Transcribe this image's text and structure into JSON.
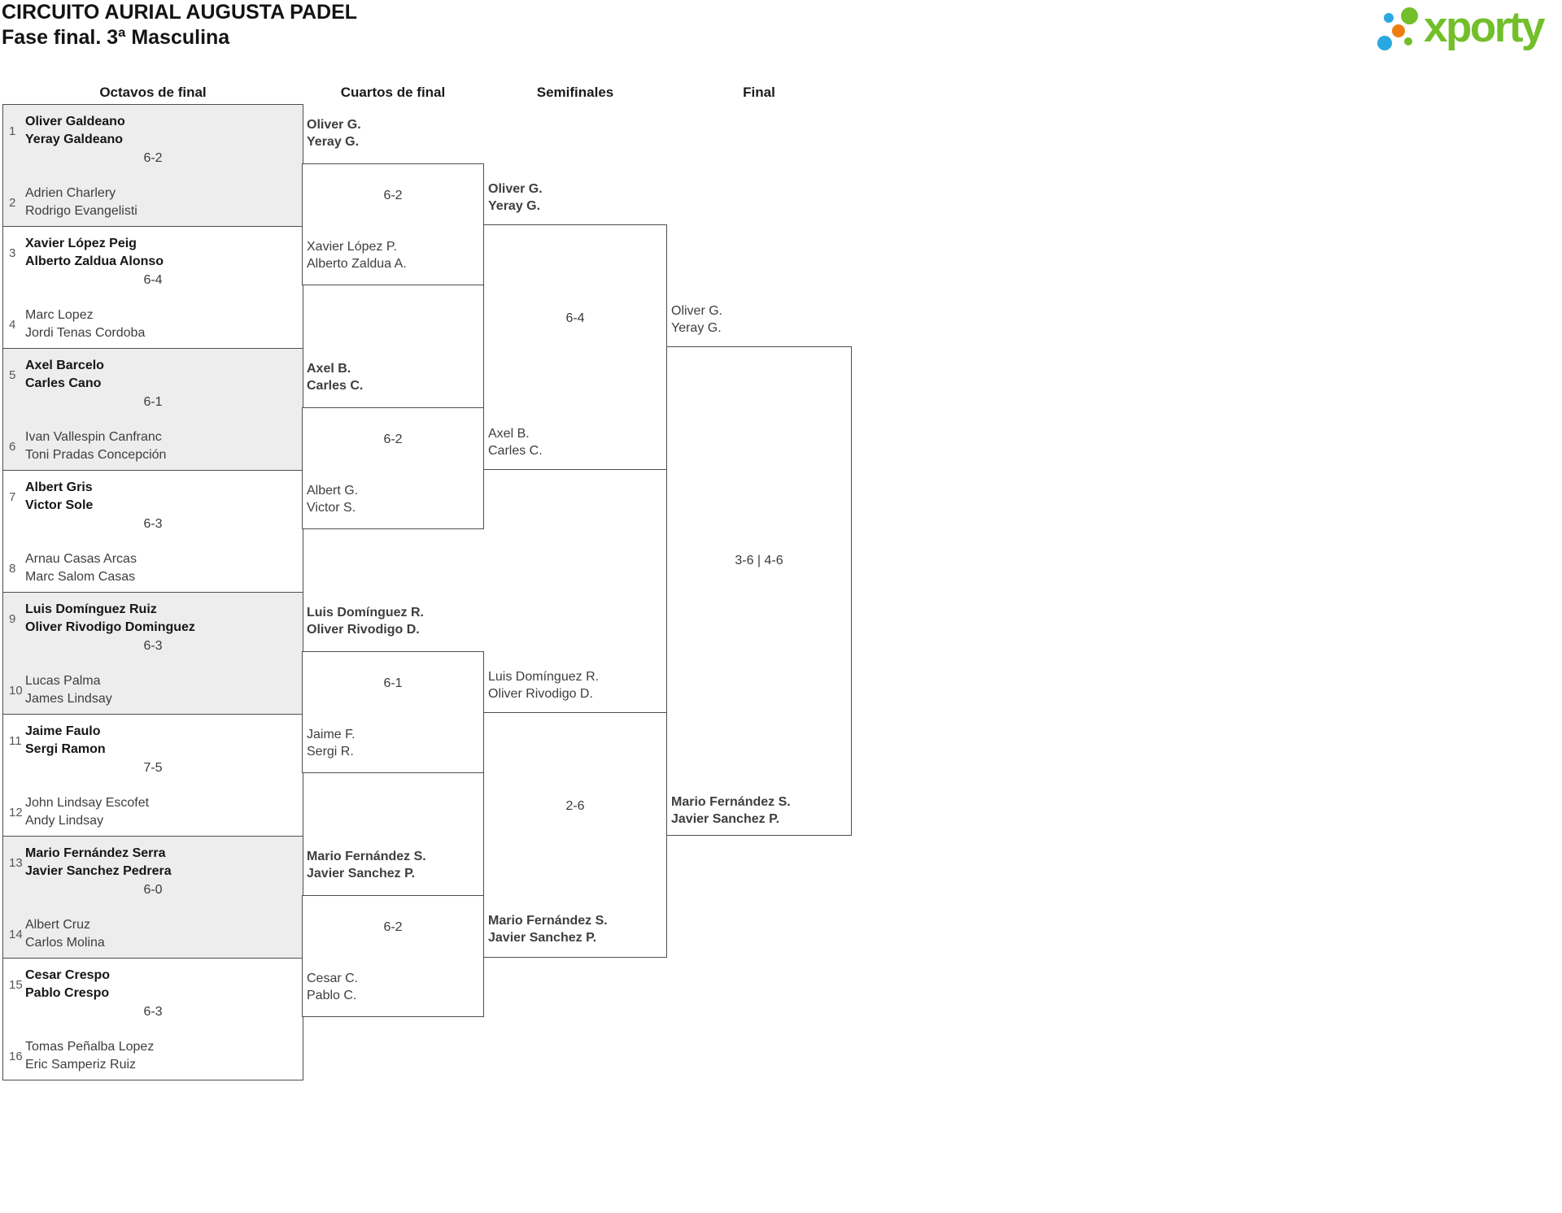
{
  "header": {
    "title": "CIRCUITO AURIAL AUGUSTA PADEL",
    "subtitle": "Fase final. 3ª Masculina"
  },
  "logo": {
    "text": "xporty",
    "green": "#72bf2a",
    "blue": "#29a8e0",
    "orange": "#ee7d11"
  },
  "rounds": [
    {
      "label": "Octavos de final"
    },
    {
      "label": "Cuartos de final"
    },
    {
      "label": "Semifinales"
    },
    {
      "label": "Final"
    }
  ],
  "r16": [
    {
      "seed1": "1",
      "t1a": "Oliver Galdeano",
      "t1b": "Yeray Galdeano",
      "w1": true,
      "score": "6-2",
      "seed2": "2",
      "t2a": "Adrien Charlery",
      "t2b": "Rodrigo Evangelisti",
      "w2": false
    },
    {
      "seed1": "3",
      "t1a": "Xavier López Peig",
      "t1b": "Alberto Zaldua Alonso",
      "w1": true,
      "score": "6-4",
      "seed2": "4",
      "t2a": "Marc Lopez",
      "t2b": "Jordi Tenas Cordoba",
      "w2": false
    },
    {
      "seed1": "5",
      "t1a": "Axel Barcelo",
      "t1b": "Carles Cano",
      "w1": true,
      "score": "6-1",
      "seed2": "6",
      "t2a": "Ivan Vallespin Canfranc",
      "t2b": "Toni Pradas Concepción",
      "w2": false
    },
    {
      "seed1": "7",
      "t1a": "Albert Gris",
      "t1b": "Victor Sole",
      "w1": true,
      "score": "6-3",
      "seed2": "8",
      "t2a": "Arnau Casas Arcas",
      "t2b": "Marc Salom Casas",
      "w2": false
    },
    {
      "seed1": "9",
      "t1a": "Luis Domínguez Ruiz",
      "t1b": "Oliver Rivodigo Dominguez",
      "w1": true,
      "score": "6-3",
      "seed2": "10",
      "t2a": "Lucas Palma",
      "t2b": "James Lindsay",
      "w2": false
    },
    {
      "seed1": "11",
      "t1a": "Jaime Faulo",
      "t1b": "Sergi Ramon",
      "w1": true,
      "score": "7-5",
      "seed2": "12",
      "t2a": "John Lindsay Escofet",
      "t2b": "Andy Lindsay",
      "w2": false
    },
    {
      "seed1": "13",
      "t1a": "Mario Fernández Serra",
      "t1b": "Javier Sanchez Pedrera",
      "w1": true,
      "score": "6-0",
      "seed2": "14",
      "t2a": "Albert Cruz",
      "t2b": "Carlos Molina",
      "w2": false
    },
    {
      "seed1": "15",
      "t1a": "Cesar Crespo",
      "t1b": "Pablo Crespo",
      "w1": true,
      "score": "6-3",
      "seed2": "16",
      "t2a": "Tomas Peñalba Lopez",
      "t2b": "Eric Samperiz Ruiz",
      "w2": false
    }
  ],
  "qf": [
    {
      "t1a": "Oliver G.",
      "t1b": "Yeray G.",
      "w1": true,
      "score": "6-2",
      "t2a": "Xavier López P.",
      "t2b": "Alberto Zaldua A.",
      "w2": false
    },
    {
      "t1a": "Axel B.",
      "t1b": "Carles C.",
      "w1": true,
      "score": "6-2",
      "t2a": "Albert G.",
      "t2b": "Victor S.",
      "w2": false
    },
    {
      "t1a": "Luis Domínguez R.",
      "t1b": "Oliver Rivodigo D.",
      "w1": true,
      "score": "6-1",
      "t2a": "Jaime F.",
      "t2b": "Sergi R.",
      "w2": false
    },
    {
      "t1a": "Mario Fernández S.",
      "t1b": "Javier Sanchez P.",
      "w1": true,
      "score": "6-2",
      "t2a": "Cesar C.",
      "t2b": "Pablo C.",
      "w2": false
    }
  ],
  "sf": [
    {
      "t1a": "Oliver G.",
      "t1b": "Yeray G.",
      "w1": true,
      "score": "6-4",
      "t2a": "Axel B.",
      "t2b": "Carles C.",
      "w2": false
    },
    {
      "t1a": "Luis Domínguez R.",
      "t1b": "Oliver Rivodigo D.",
      "w1": false,
      "score": "2-6",
      "t2a": "Mario Fernández S.",
      "t2b": "Javier Sanchez P.",
      "w2": true
    }
  ],
  "final": [
    {
      "t1a": "Oliver G.",
      "t1b": "Yeray G.",
      "w1": false,
      "score": "3-6 | 4-6",
      "t2a": "Mario Fernández S.",
      "t2b": "Javier Sanchez P.",
      "w2": true
    }
  ]
}
